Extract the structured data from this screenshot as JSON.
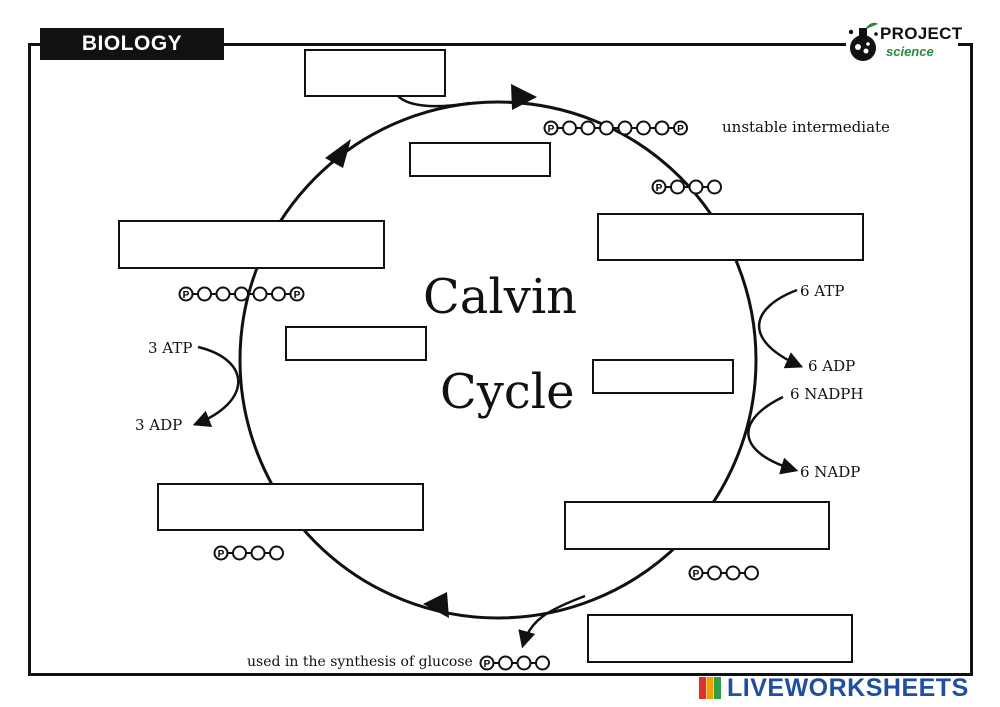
{
  "header": {
    "subject": "BIOLOGY"
  },
  "logo": {
    "line1": "PROJECT",
    "line2": "science"
  },
  "title": {
    "line1": "Calvin",
    "line2": "Cycle"
  },
  "labels": {
    "unstable": "unstable intermediate",
    "atp6": "6 ATP",
    "adp6": "6 ADP",
    "nadph6": "6 NADPH",
    "nadp6": "6 NADP",
    "atp3": "3 ATP",
    "adp3": "3 ADP",
    "glucose": "used in the synthesis of glucose"
  },
  "molecule_glyph": "P",
  "watermark": {
    "text": "LIVEWORKSHEETS"
  },
  "answer_boxes": [
    {
      "id": "top"
    },
    {
      "id": "inner-top"
    },
    {
      "id": "upper-right"
    },
    {
      "id": "upper-left"
    },
    {
      "id": "inner-left"
    },
    {
      "id": "inner-right"
    },
    {
      "id": "lower-left"
    },
    {
      "id": "lower-right"
    },
    {
      "id": "bottom-right"
    }
  ],
  "chains": [
    {
      "id": "top-right",
      "carbons": 6,
      "phosphates": 2
    },
    {
      "id": "right-upper",
      "carbons": 3,
      "phosphates": 1
    },
    {
      "id": "left",
      "carbons": 5,
      "phosphates": 2
    },
    {
      "id": "lower-left",
      "carbons": 3,
      "phosphates": 1
    },
    {
      "id": "lower-right",
      "carbons": 3,
      "phosphates": 1
    },
    {
      "id": "bottom",
      "carbons": 3,
      "phosphates": 1
    }
  ]
}
